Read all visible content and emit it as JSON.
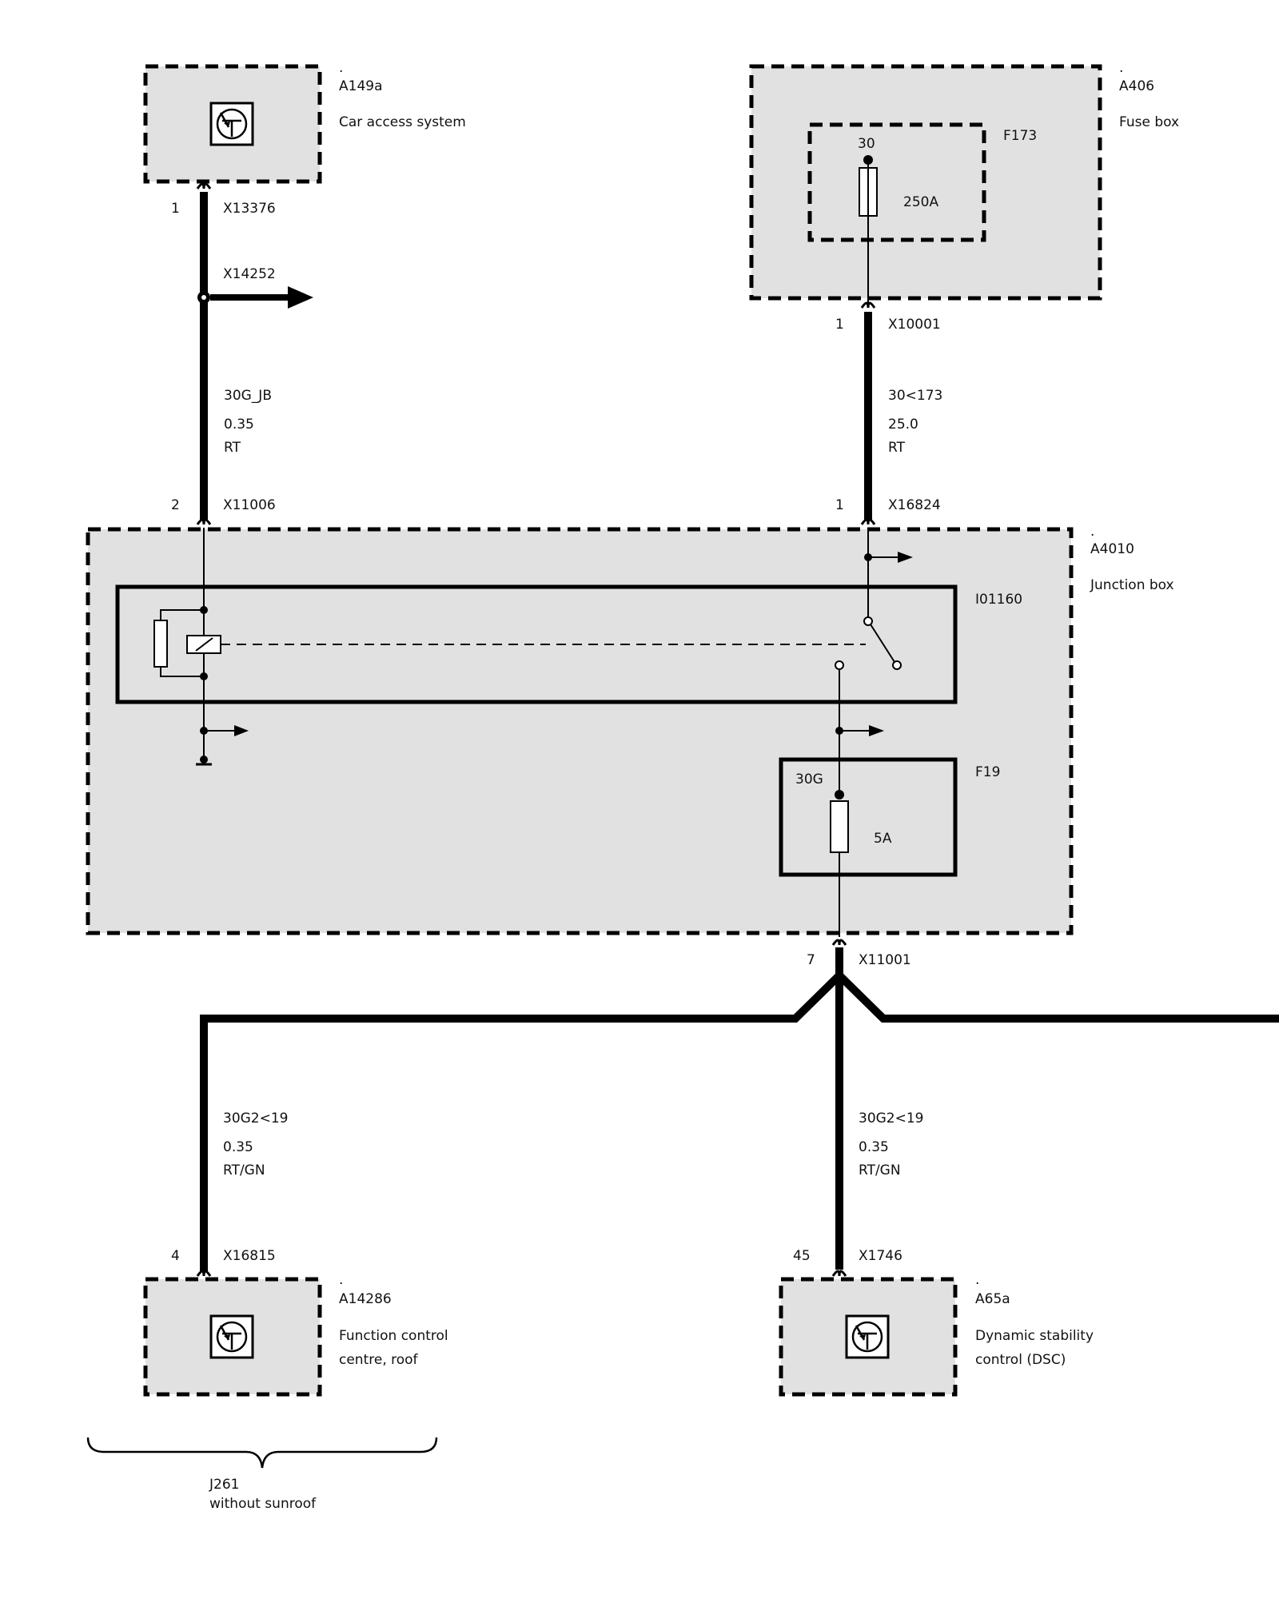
{
  "components": {
    "a149a": {
      "mark": ".",
      "id": "A149a",
      "name": "Car access system"
    },
    "a406": {
      "mark": ".",
      "id": "A406",
      "name": "Fuse box"
    },
    "a4010": {
      "mark": ".",
      "id": "A4010",
      "name": "Junction box"
    },
    "a14286": {
      "mark": ".",
      "id": "A14286",
      "name_line1": "Function control",
      "name_line2": "centre, roof"
    },
    "a65a": {
      "mark": ".",
      "id": "A65a",
      "name_line1": "Dynamic stability",
      "name_line2": "control (DSC)"
    }
  },
  "fuses": {
    "f173": {
      "id": "F173",
      "terminal": "30",
      "rating": "250A"
    },
    "f19": {
      "id": "F19",
      "terminal": "30G",
      "rating": "5A"
    }
  },
  "relay": {
    "id": "I01160"
  },
  "connectors": {
    "x13376": {
      "pin": "1",
      "id": "X13376"
    },
    "x14252": {
      "id": "X14252"
    },
    "x11006": {
      "pin": "2",
      "id": "X11006"
    },
    "x10001": {
      "pin": "1",
      "id": "X10001"
    },
    "x16824": {
      "pin": "1",
      "id": "X16824"
    },
    "x11001": {
      "pin": "7",
      "id": "X11001"
    },
    "x16815": {
      "pin": "4",
      "id": "X16815"
    },
    "x1746": {
      "pin": "45",
      "id": "X1746"
    }
  },
  "wires": {
    "w1": {
      "signal": "30G_JB",
      "gauge": "0.35",
      "color": "RT"
    },
    "w2": {
      "signal": "30<173",
      "gauge": "25.0",
      "color": "RT"
    },
    "w3": {
      "signal": "30G2<19",
      "gauge": "0.35",
      "color": "RT/GN"
    },
    "w4": {
      "signal": "30G2<19",
      "gauge": "0.35",
      "color": "RT/GN"
    }
  },
  "option": {
    "code": "J261",
    "text": "without sunroof"
  }
}
